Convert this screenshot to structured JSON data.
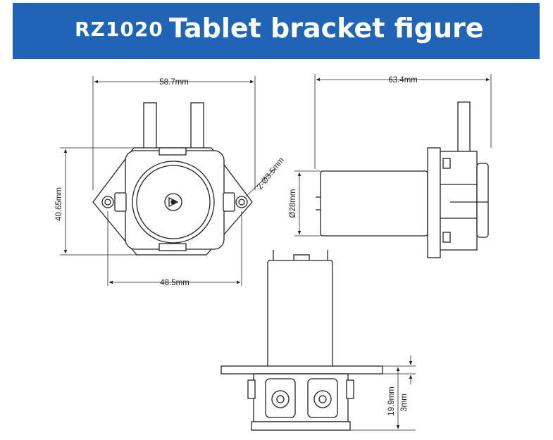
{
  "header": {
    "model": "RZ1020",
    "title": "Tablet bracket figure"
  },
  "front_view": {
    "width_label": "58.7mm",
    "height_label": "40.65mm",
    "hole_spacing_label": "48.5mm",
    "hole_label": "2-Ø3.5mm"
  },
  "side_view": {
    "length_label": "63.4mm",
    "motor_diameter_label": "Ø28mm"
  },
  "bottom_view": {
    "height_label": "19.9mm",
    "plate_thickness_label": "3mm"
  },
  "colors": {
    "banner": "#1f64b7",
    "line": "#222222",
    "part_fill": "#ffffff"
  }
}
